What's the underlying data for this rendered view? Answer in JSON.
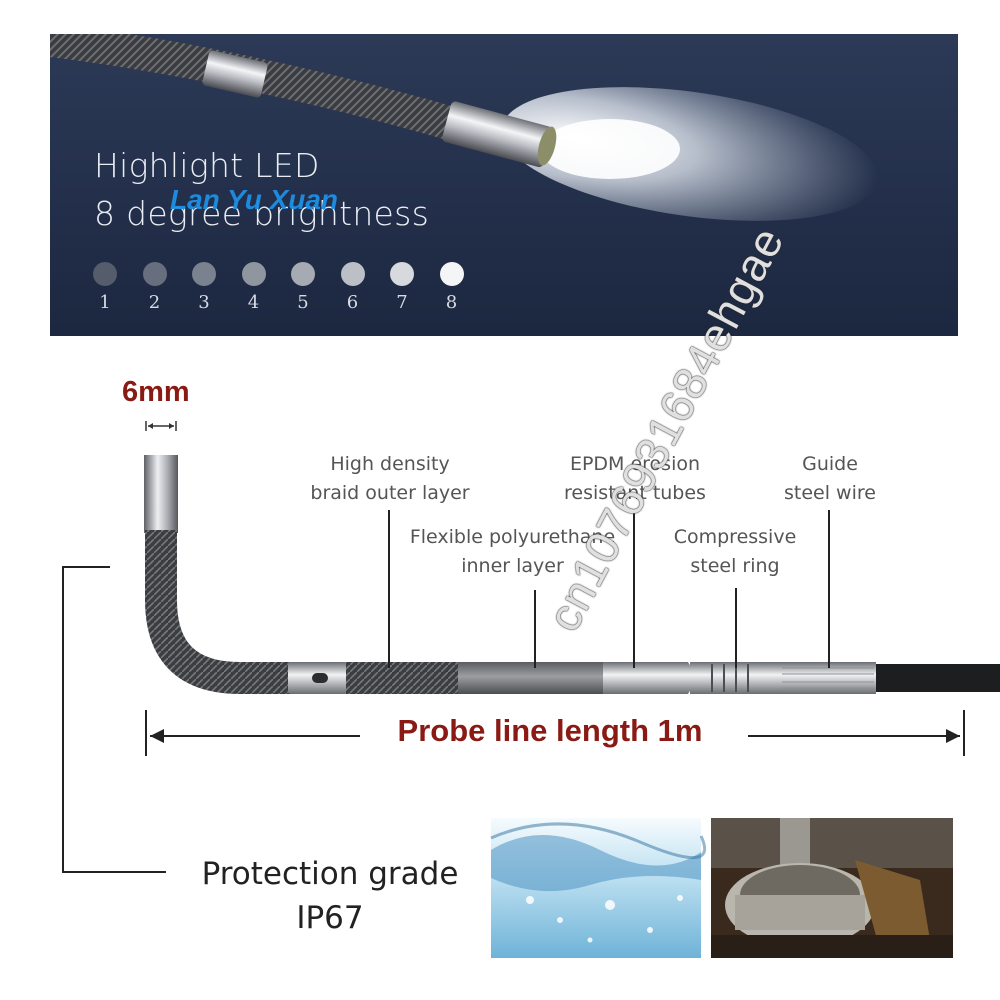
{
  "banner": {
    "line1": "Highlight LED",
    "line2": "8 degree brightness",
    "logo_text": "Lan Yu Xuan",
    "levels": [
      "1",
      "2",
      "3",
      "4",
      "5",
      "6",
      "7",
      "8"
    ],
    "level_colors": [
      "#555c6c",
      "#676e7d",
      "#7b828f",
      "#90969f",
      "#a6abb3",
      "#bcc0c6",
      "#d6d9dd",
      "#f4f5f6"
    ]
  },
  "diagram": {
    "diameter": "6mm",
    "labels": {
      "braid": [
        "High density",
        "braid outer layer"
      ],
      "epdm": [
        "EPDM erosion",
        "resistant tubes"
      ],
      "guide": [
        "Guide",
        "steel wire"
      ],
      "polyurethane": [
        "Flexible polyurethane",
        "inner layer"
      ],
      "ring": [
        "Compressive",
        "steel ring"
      ]
    },
    "length_label": "Probe line length 1m",
    "protection": [
      "Protection grade",
      "IP67"
    ]
  },
  "watermark": "cn1076931684ehgae",
  "accent_color": "#8a1a14"
}
